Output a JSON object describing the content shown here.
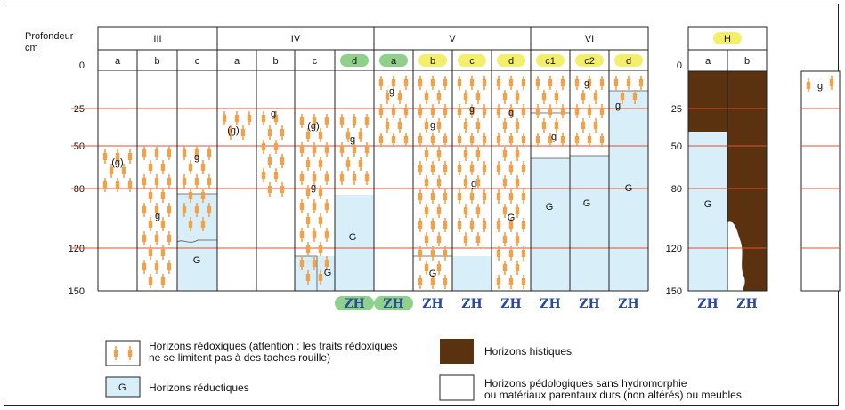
{
  "depth_header": "Profondeur",
  "depth_unit": "cm",
  "depth_ticks": [
    "0",
    "25",
    "50",
    "80",
    "120",
    "150"
  ],
  "classes": [
    {
      "name": "III",
      "subs": [
        "a",
        "b",
        "c"
      ]
    },
    {
      "name": "IV",
      "subs": [
        "a",
        "b",
        "c",
        "d"
      ]
    },
    {
      "name": "V",
      "subs": [
        "a",
        "b",
        "c",
        "d"
      ]
    },
    {
      "name": "VI",
      "subs": [
        "c1",
        "c2",
        "d"
      ]
    }
  ],
  "histic_class": {
    "name": "H",
    "subs": [
      "a",
      "b"
    ]
  },
  "zh_label": "ZH",
  "mark_g": "g",
  "mark_g_paren": "(g)",
  "mark_G": "G",
  "colors": {
    "redox": "#f0a24a",
    "reductic": "#d8eef8",
    "histic": "#5a3210",
    "depth_line": "#e05030",
    "green_pill": "#8fd08a",
    "yellow_pill": "#f3ef6a",
    "zh_text": "#2a4a9a"
  },
  "legend": {
    "redox": "Horizons rédoxiques (attention : les traits rédoxiques ne se limitent pas à des taches rouille)",
    "redox_line1": "Horizons rédoxiques (attention : les traits rédoxiques",
    "redox_line2": "ne se limitent pas à des taches rouille)",
    "reductic": "Horizons réductiques",
    "histic": "Horizons histiques",
    "plain_line1": "Horizons pédologiques sans hydromorphie",
    "plain_line2": "ou matériaux parentaux durs (non altérés) ou meubles"
  }
}
